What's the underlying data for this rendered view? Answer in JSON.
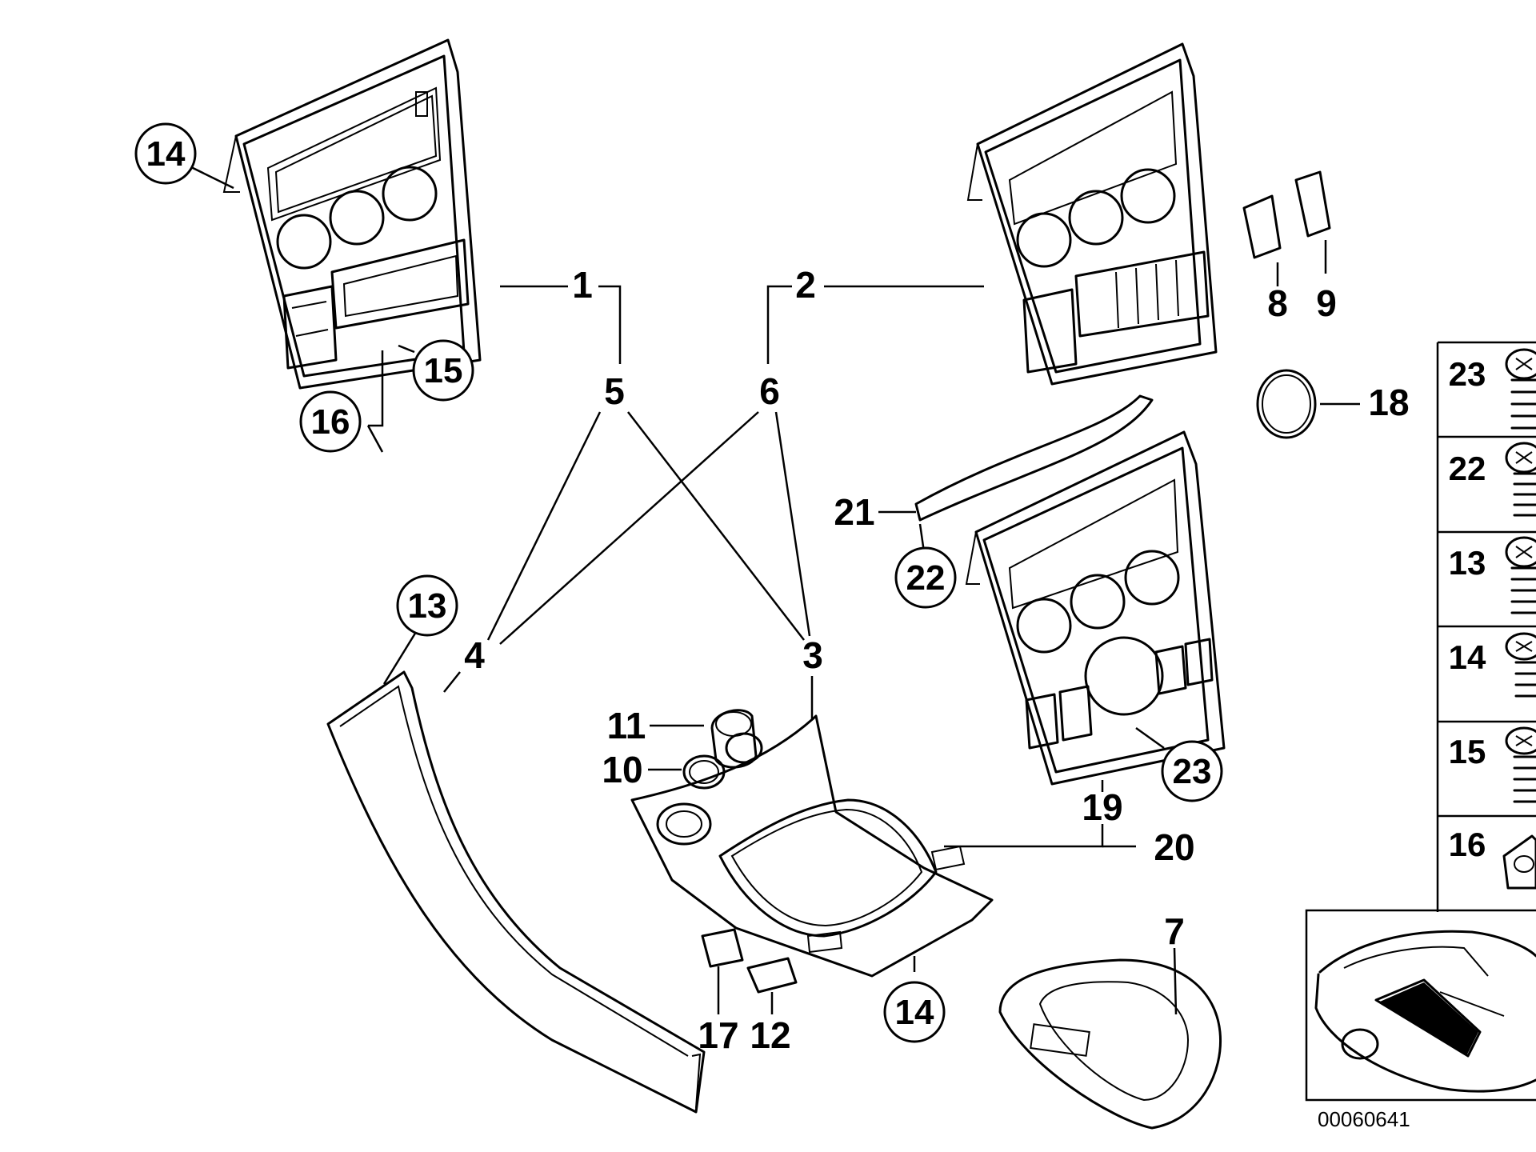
{
  "labels": {
    "l1": "1",
    "l2": "2",
    "l3": "3",
    "l4": "4",
    "l5": "5",
    "l6": "6",
    "l7": "7",
    "l8": "8",
    "l9": "9",
    "l10": "10",
    "l11": "11",
    "l12": "12",
    "l17": "17",
    "l18": "18",
    "l19": "19",
    "l20": "20",
    "l21": "21"
  },
  "circled": {
    "c14a": "14",
    "c15": "15",
    "c16": "16",
    "c13": "13",
    "c22": "22",
    "c23": "23",
    "c14b": "14"
  },
  "sidebar": {
    "items": [
      {
        "label": "23"
      },
      {
        "label": "22"
      },
      {
        "label": "13"
      },
      {
        "label": "14"
      },
      {
        "label": "15"
      },
      {
        "label": "16"
      }
    ]
  },
  "code": "00060641"
}
